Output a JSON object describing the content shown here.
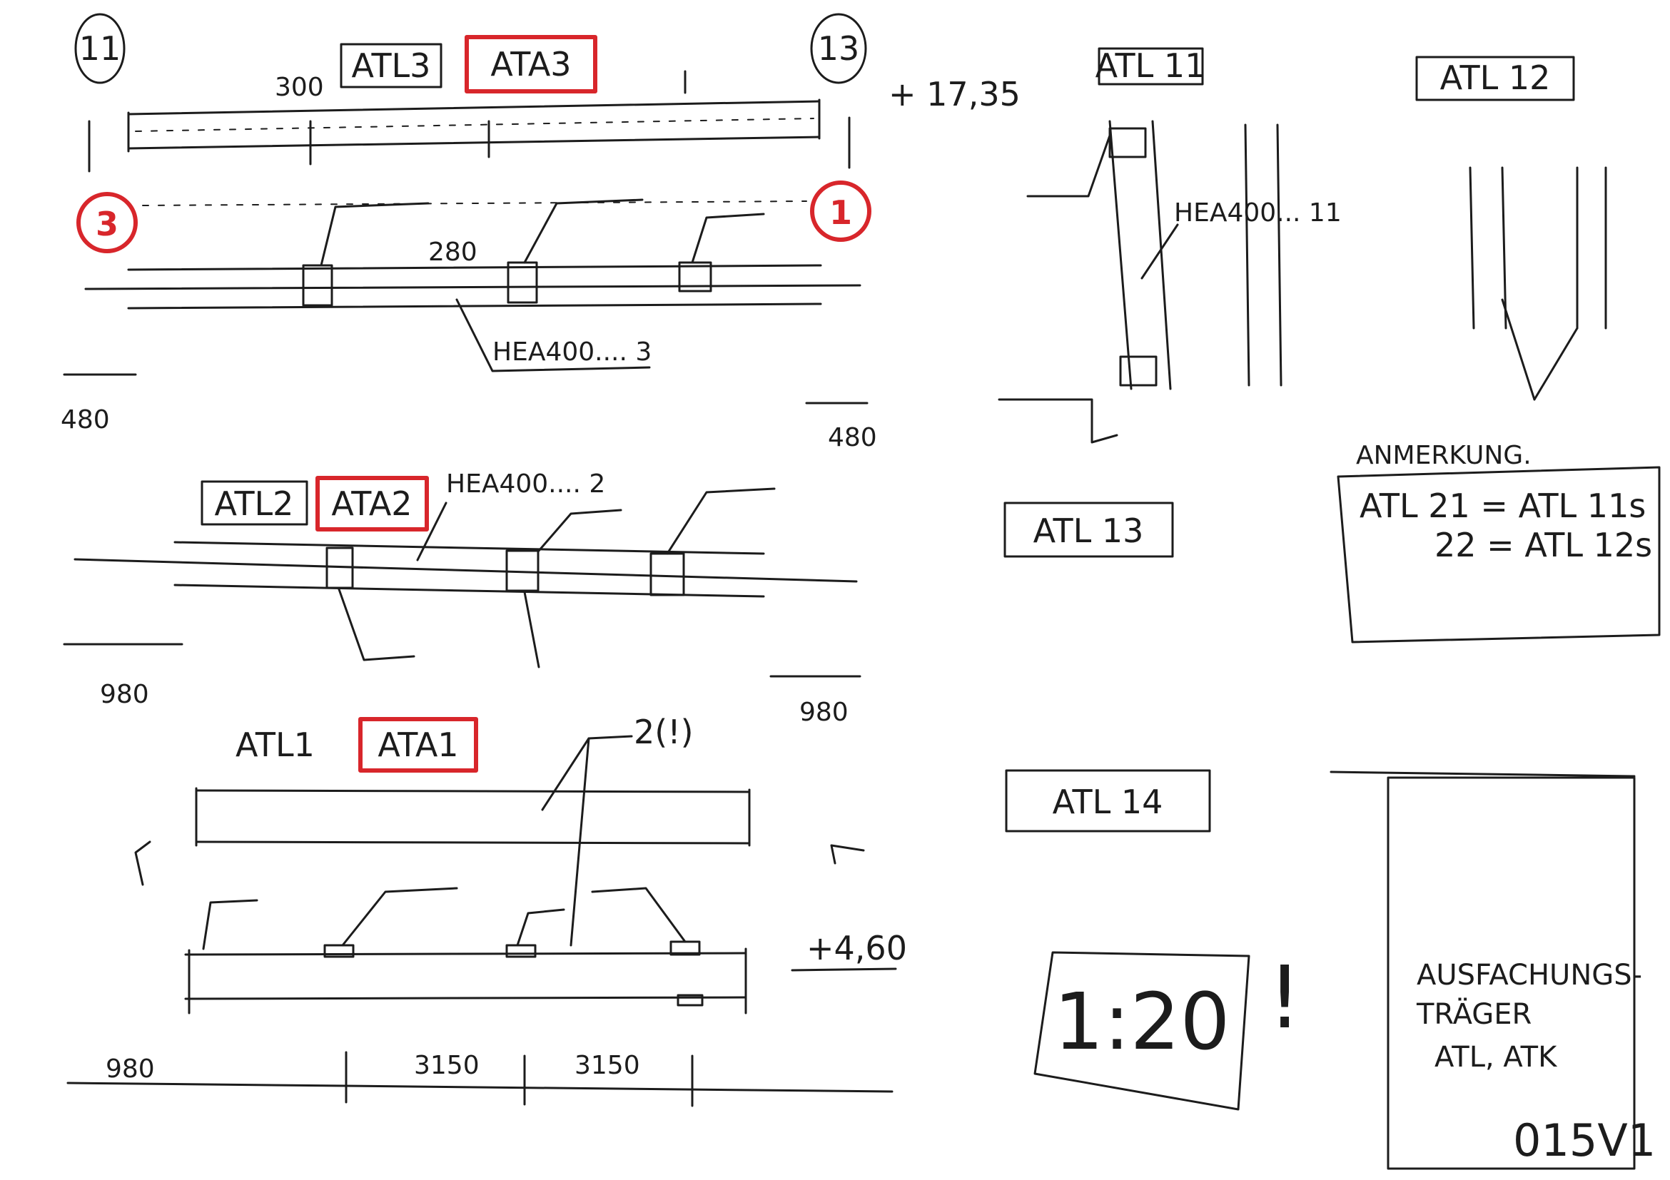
{
  "colors": {
    "ink": "#1c1c1c",
    "marker": "#d8262b",
    "paper": "#ffffff"
  },
  "axes": {
    "grid_left": "11",
    "grid_right": "13",
    "pos_3": "3",
    "pos_1": "1"
  },
  "labels": {
    "atl3": "ATL3",
    "ata3": "ATA3",
    "atl2": "ATL2",
    "ata2": "ATA2",
    "atl1": "ATL1",
    "ata1": "ATA1",
    "atl11": "ATL 11",
    "atl12": "ATL 12",
    "atl13": "ATL 13",
    "atl14": "ATL 14"
  },
  "annotations": {
    "hea3": "HEA400.... 3",
    "hea2": "HEA400.... 2",
    "hea11": "HEA400... 11",
    "elev_top": "+ 17,35",
    "elev_mid": "+4,60",
    "note2": "2(!)",
    "dim_300": "300",
    "dim_280": "280",
    "dim_480_l": "480",
    "dim_480_r": "480",
    "dim_980_l": "980",
    "dim_980_r": "980",
    "dim_980_b": "980",
    "dim_3150_a": "3150",
    "dim_3150_b": "3150"
  },
  "note": {
    "title": "ANMERKUNG.",
    "line1": "ATL 21 = ATL 11s",
    "line2": "22 = ATL 12s"
  },
  "scale": {
    "value": "1:20",
    "mark": "!"
  },
  "title_block": {
    "line1": "AUSFACHUNGS-",
    "line2": "TRÄGER",
    "line3": "ATL, ATK",
    "sheet": "015V1"
  }
}
